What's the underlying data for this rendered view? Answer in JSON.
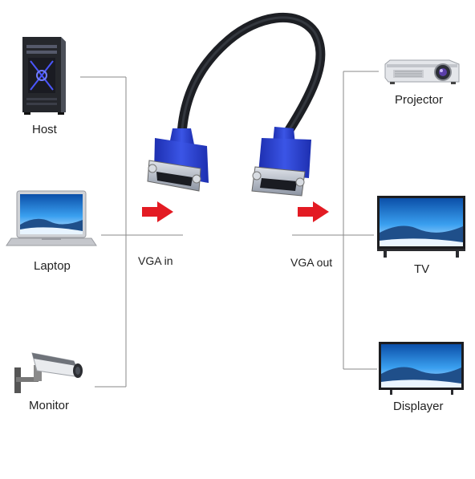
{
  "sources": [
    {
      "label": "Host",
      "icon": "desktop-tower-icon"
    },
    {
      "label": "Laptop",
      "icon": "laptop-icon"
    },
    {
      "label": "Monitor",
      "icon": "security-camera-icon"
    }
  ],
  "cable": {
    "input_label": "VGA in",
    "output_label": "VGA out",
    "icon": "vga-cable-icon",
    "connector_color": "#2f45d8"
  },
  "outputs": [
    {
      "label": "Projector",
      "icon": "projector-icon"
    },
    {
      "label": "TV",
      "icon": "tv-icon"
    },
    {
      "label": "Displayer",
      "icon": "monitor-display-icon"
    }
  ],
  "colors": {
    "arrow": "#e31b23",
    "line": "#8a8a8a",
    "screen": "#2a8fe0"
  }
}
